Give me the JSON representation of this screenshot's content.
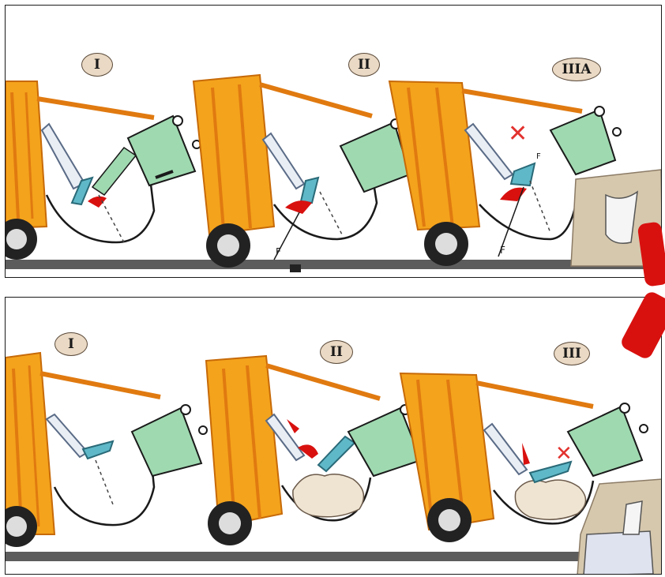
{
  "colors": {
    "truck_body": "#f4a31c",
    "truck_dark": "#e07a10",
    "bin": "#9fd9b0",
    "lifter": "#5fb8c8",
    "arrow_red": "#d8110f",
    "ground": "#5c5c5c",
    "ground_block": "#d6c8ad",
    "waste": "#efe4d2"
  },
  "panels": {
    "top": {
      "stages": [
        {
          "label": "I"
        },
        {
          "label": "II"
        },
        {
          "label": "IIIA"
        }
      ],
      "force_labels": [
        "F",
        "F",
        "F"
      ],
      "reject_mark": "✕"
    },
    "bottom": {
      "stages": [
        {
          "label": "I"
        },
        {
          "label": "II"
        },
        {
          "label": "III"
        }
      ],
      "reject_mark": "✕"
    }
  },
  "icons": [
    "cross-mark-icon",
    "red-arrow-icon",
    "wheel-icon"
  ]
}
